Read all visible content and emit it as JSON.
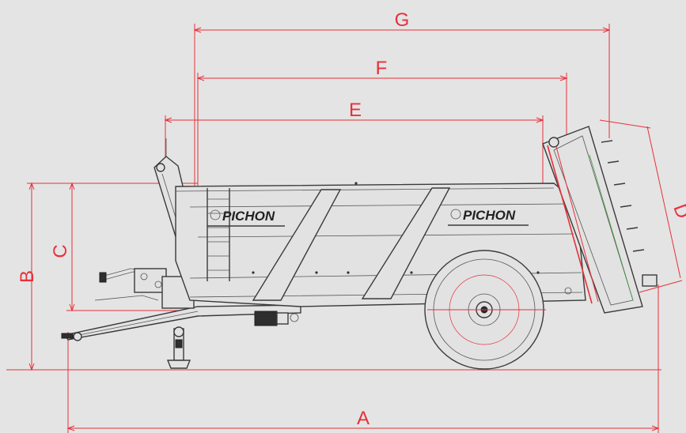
{
  "drawing": {
    "brand_label": "PICHON",
    "accent_color": "#e8303a",
    "line_color": "#3a3a3a",
    "background_color": "#e4e4e4"
  },
  "dimensions": [
    {
      "id": "A",
      "label": "A"
    },
    {
      "id": "B",
      "label": "B"
    },
    {
      "id": "C",
      "label": "C"
    },
    {
      "id": "D",
      "label": "D"
    },
    {
      "id": "E",
      "label": "E"
    },
    {
      "id": "F",
      "label": "F"
    },
    {
      "id": "G",
      "label": "G"
    }
  ]
}
